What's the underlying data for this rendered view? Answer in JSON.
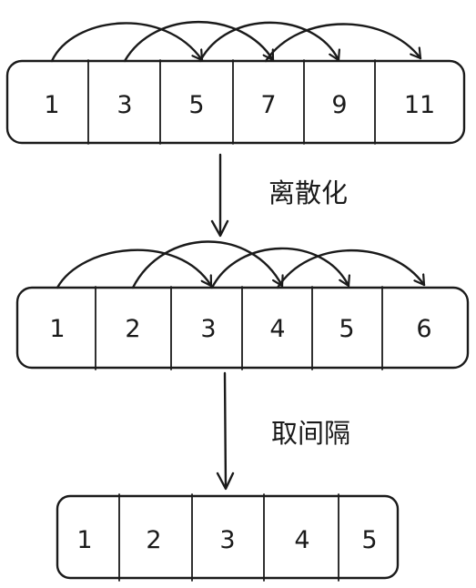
{
  "rows": [
    {
      "cells": [
        "1",
        "3",
        "5",
        "7",
        "9",
        "11"
      ]
    },
    {
      "cells": [
        "1",
        "2",
        "3",
        "4",
        "5",
        "6"
      ]
    },
    {
      "cells": [
        "1",
        "2",
        "3",
        "4",
        "5"
      ]
    }
  ],
  "steps": [
    {
      "label": "离散化"
    },
    {
      "label": "取间隔"
    }
  ]
}
